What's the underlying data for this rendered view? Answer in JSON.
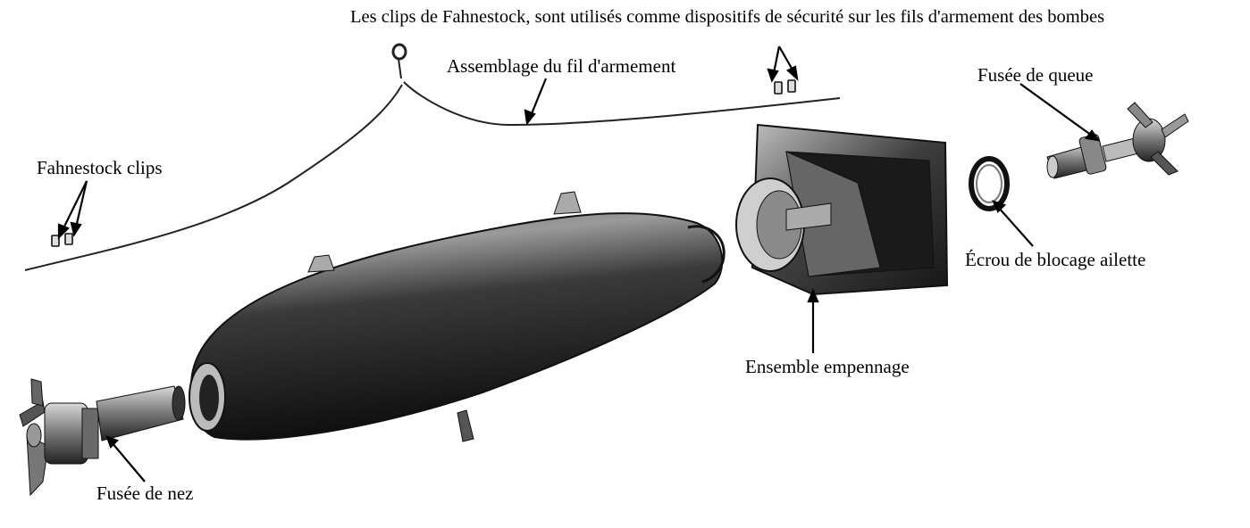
{
  "labels": {
    "fahnestock_safety_note": "Les clips de Fahnestock, sont utilisés comme dispositifs de sécurité sur les fils d'armement des bombes",
    "arming_wire_assembly": "Assemblage du fil d'armement",
    "fahnestock_clips": "Fahnestock clips",
    "tail_fuze": "Fusée de queue",
    "fin_lock_nut": "Écrou de blocage ailette",
    "fin_assembly": "Ensemble empennage",
    "nose_fuze": "Fusée de nez"
  },
  "colors": {
    "background": "#ffffff",
    "ink": "#111111",
    "body_light": "#8a8a8a",
    "body_dark": "#151515"
  }
}
